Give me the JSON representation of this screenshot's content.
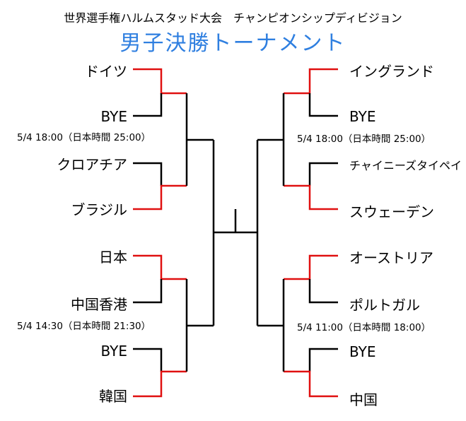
{
  "header": {
    "subtitle": "世界選手権ハルムスタッド大会　チャンピオンシップディビジョン",
    "title": "男子決勝トーナメント"
  },
  "left": {
    "teams": [
      "ドイツ",
      "BYE",
      "クロアチア",
      "ブラジル",
      "日本",
      "中国香港",
      "BYE",
      "韓国"
    ],
    "schedules": [
      "5/4  18:00（日本時間 25:00）",
      "5/4  14:30（日本時間 21:30）"
    ]
  },
  "right": {
    "teams": [
      "イングランド",
      "BYE",
      "チャイニーズタイペイ",
      "スウェーデン",
      "オーストリア",
      "ポルトガル",
      "BYE",
      "中国"
    ],
    "schedules": [
      "5/4  18:00（日本時間 25:00）",
      "5/4  11:00（日本時間 18:00）"
    ]
  },
  "colors": {
    "title": "#2f7fe0",
    "advance_line": "#e01010",
    "line": "#000000"
  }
}
